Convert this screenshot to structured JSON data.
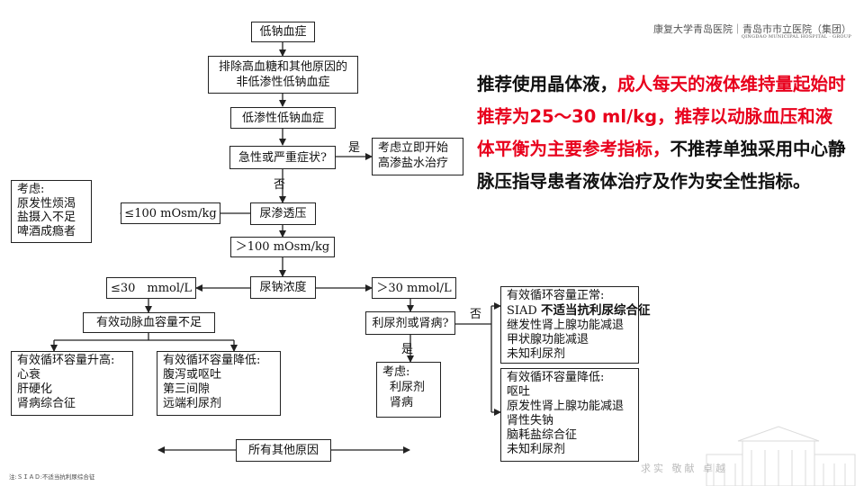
{
  "logo": {
    "text": "康复大学青岛医院｜青岛市市立医院（集团）",
    "sub": "QINGDAO MUNICIPAL HOSPITAL · GROUP"
  },
  "flow": {
    "n1": "低钠血症",
    "n2_l1": "排除高血糖和其他原因的",
    "n2_l2": "非低渗性低钠血症",
    "n3": "低渗性低钠血症",
    "n4": "急性或严重症状?",
    "yes1": "是",
    "n5_l1": "考虑立即开始",
    "n5_l2": "高渗盐水治疗",
    "no1": "否",
    "n6": "尿渗透压",
    "n7": "≤100 mOsm/kg",
    "n8_l1": "考虑:",
    "n8_l2": "原发性烦渴",
    "n8_l3": "盐摄入不足",
    "n8_l4": "啤酒成瘾者",
    "n9": "＞100 mOsm/kg",
    "n10": "尿钠浓度",
    "n11": "≤30　mmol/L",
    "n12": "＞30 mmol/L",
    "n13": "有效动脉血容量不足",
    "n14_l1": "有效循环容量升高:",
    "n14_l2": "心衰",
    "n14_l3": "肝硬化",
    "n14_l4": "肾病综合征",
    "n15_l1": "有效循环容量降低:",
    "n15_l2": "腹泻或呕吐",
    "n15_l3": "第三间隙",
    "n15_l4": "远端利尿剂",
    "n16": "利尿剂或肾病?",
    "no2": "否",
    "yes2": "是",
    "n17_l1": "考虑:",
    "n17_l2": "利尿剂",
    "n17_l3": "肾病",
    "n18_l1": "有效循环容量正常:",
    "n18_l2a": "SIAD ",
    "n18_l2b": "不适当抗利尿综合征",
    "n18_l3": "继发性肾上腺功能减退",
    "n18_l4": "甲状腺功能减退",
    "n18_l5": "未知利尿剂",
    "n19_l1": "有效循环容量降低:",
    "n19_l2": "呕吐",
    "n19_l3": "原发性肾上腺功能减退",
    "n19_l4": "肾性失钠",
    "n19_l5": "脑耗盐综合征",
    "n19_l6": "未知利尿剂",
    "n20": "所有其他原因"
  },
  "para": {
    "p1": "推荐使用晶体液，",
    "p2": "成人每天的液体维持量起始时推荐为25～30 ml/kg，推荐以动脉血压和液体平衡为主要参考指标，",
    "p3": "不推荐单独采用中心静脉压指导患者液体治疗及作为安全性指标。"
  },
  "footnote": "注:ＳＩＡＤ:不适当抗利尿综合征",
  "motto": "求实   敬献   卓越",
  "colors": {
    "highlight": "#e8001c",
    "text": "#111111"
  }
}
